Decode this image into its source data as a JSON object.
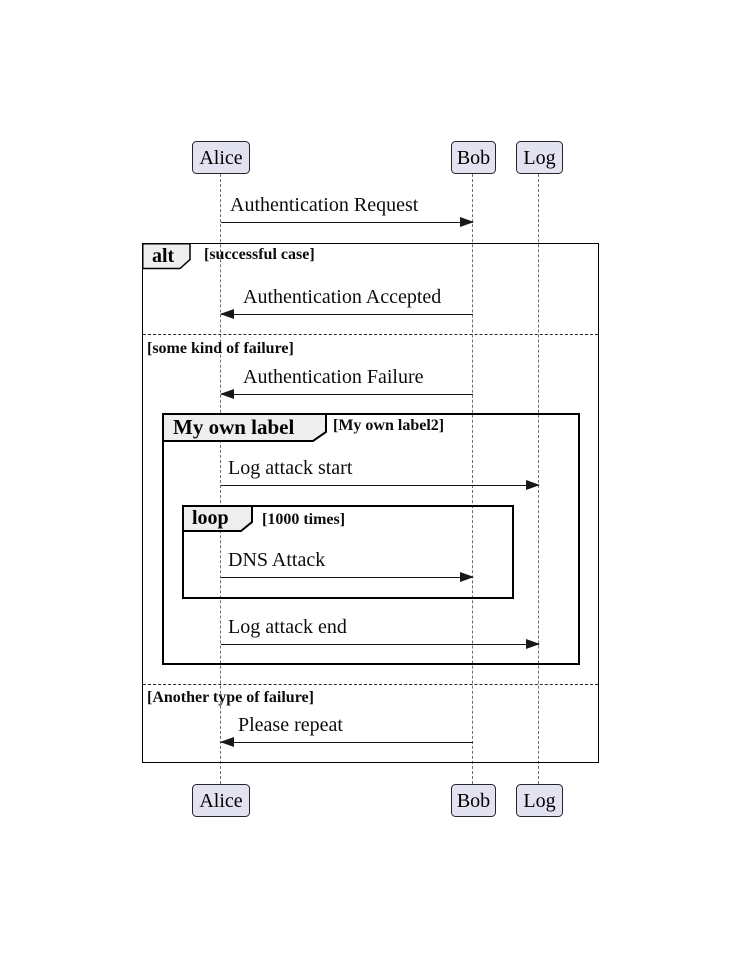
{
  "diagram": {
    "type": "sequence",
    "participants": [
      {
        "name": "Alice"
      },
      {
        "name": "Bob"
      },
      {
        "name": "Log"
      }
    ],
    "messages": [
      {
        "label": "Authentication Request",
        "from": "Alice",
        "to": "Bob",
        "direction": "right"
      },
      {
        "label": "Authentication Accepted",
        "from": "Bob",
        "to": "Alice",
        "direction": "left"
      },
      {
        "label": "Authentication Failure",
        "from": "Bob",
        "to": "Alice",
        "direction": "left"
      },
      {
        "label": "Log attack start",
        "from": "Alice",
        "to": "Log",
        "direction": "right"
      },
      {
        "label": "DNS Attack",
        "from": "Alice",
        "to": "Bob",
        "direction": "right"
      },
      {
        "label": "Log attack end",
        "from": "Alice",
        "to": "Log",
        "direction": "right"
      },
      {
        "label": "Please repeat",
        "from": "Bob",
        "to": "Alice",
        "direction": "left"
      }
    ],
    "alt_frame": {
      "keyword": "alt",
      "guard": "[successful case]",
      "section2_label": "[some kind of failure]",
      "section3_label": "[Another type of failure]"
    },
    "group_frame": {
      "keyword": "My own label",
      "guard": "[My own label2]"
    },
    "loop_frame": {
      "keyword": "loop",
      "guard": "[1000 times]"
    },
    "colors": {
      "participant_fill": "#E2E2F0",
      "participant_border": "#24242d",
      "keyword_fill": "#EEEEEE",
      "line": "#181818",
      "lifeline": "#6e6e6e"
    }
  }
}
